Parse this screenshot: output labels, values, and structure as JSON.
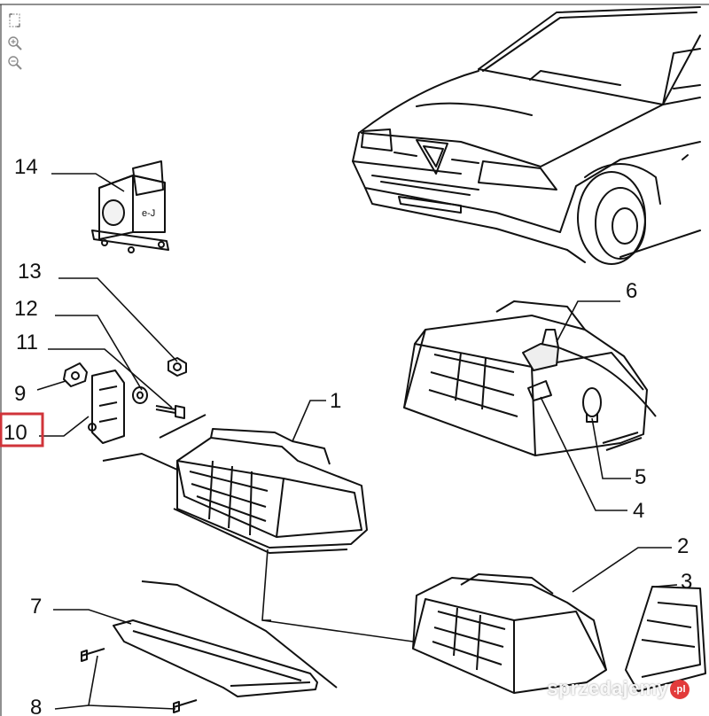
{
  "toolbar": {
    "tools": [
      "fit-page-icon",
      "zoom-in-icon",
      "zoom-out-icon"
    ]
  },
  "callouts": {
    "n1": "1",
    "n2": "2",
    "n3": "3",
    "n4": "4",
    "n5": "5",
    "n6": "6",
    "n7": "7",
    "n8": "8",
    "n9": "9",
    "n10": "10",
    "n11": "11",
    "n12": "12",
    "n13": "13",
    "n14": "14"
  },
  "highlighted_part": "10",
  "watermark": {
    "text": "sprzedajemy",
    "suffix": ".pl"
  },
  "colors": {
    "line": "#111111",
    "highlight": "#d0343a",
    "background": "#ffffff"
  }
}
